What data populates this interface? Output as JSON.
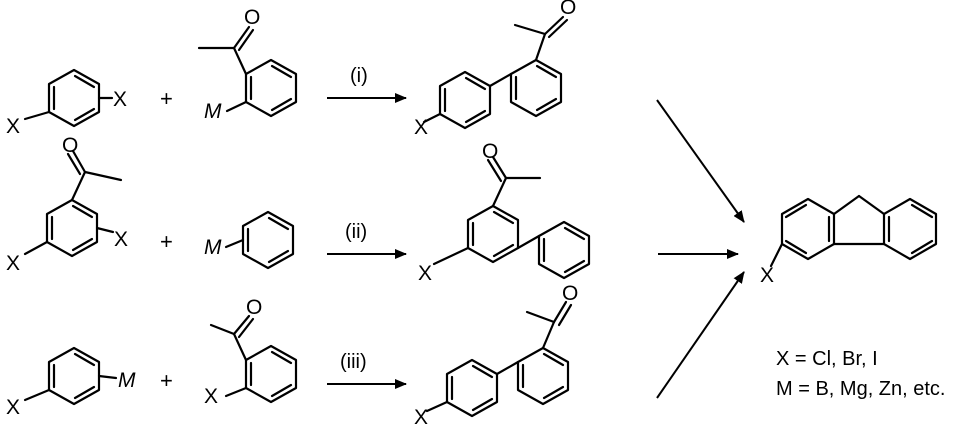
{
  "labels": {
    "x": "X",
    "m": "M",
    "o": "O",
    "plus": "+"
  },
  "conditions": {
    "i": "(i)",
    "ii": "(ii)",
    "iii": "(iii)"
  },
  "legend": {
    "line1": "X = Cl, Br, I",
    "line2": "M = B, Mg, Zn, etc."
  },
  "colors": {
    "ink": "#000000",
    "background": "#ffffff"
  }
}
